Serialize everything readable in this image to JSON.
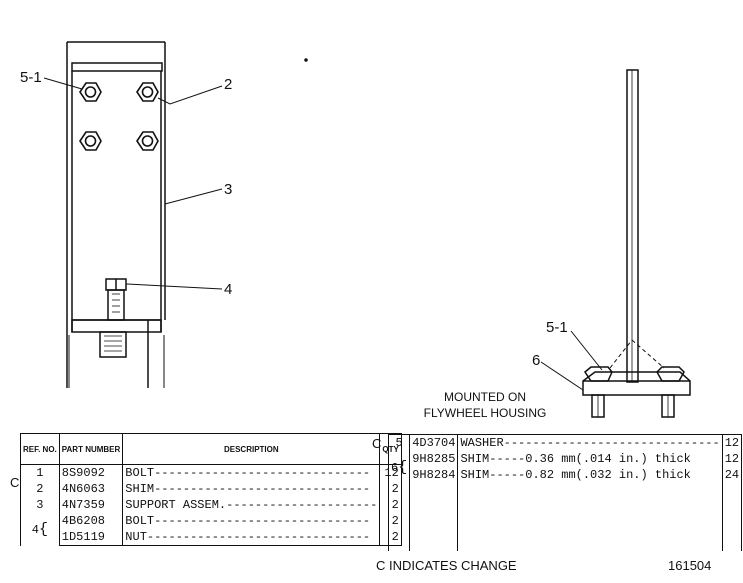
{
  "callouts": {
    "left": {
      "c51": "5-1",
      "c2": "2",
      "c3": "3",
      "c4": "4"
    },
    "right": {
      "c51": "5-1",
      "c6": "6"
    }
  },
  "caption": {
    "line1": "MOUNTED ON",
    "line2": "FLYWHEEL HOUSING"
  },
  "left_table": {
    "headers": {
      "ref": "REF. NO.",
      "part": "PART NUMBER",
      "desc": "DESCRIPTION",
      "qty": "QTY"
    },
    "rows": [
      {
        "mark": "C",
        "ref": "1",
        "part": "8S9092",
        "desc": "BOLT------------------------------",
        "qty": "12"
      },
      {
        "mark": "",
        "ref": "2",
        "part": "4N6063",
        "desc": "SHIM------------------------------",
        "qty": "2"
      },
      {
        "mark": "",
        "ref": "3",
        "part": "4N7359",
        "desc": "SUPPORT ASSEM.---------------------",
        "qty": "2"
      },
      {
        "mark": "",
        "ref": "4",
        "part": "4B6208",
        "desc": "BOLT------------------------------",
        "qty": "2"
      },
      {
        "mark": "",
        "ref": "",
        "part": "1D5119",
        "desc": "NUT-------------------------------",
        "qty": "2"
      }
    ]
  },
  "right_table": {
    "rows": [
      {
        "mark": "C",
        "ref": "5",
        "part": "4D3704",
        "desc": "WASHER------------------------------",
        "qty": "12"
      },
      {
        "mark": "",
        "ref": "6",
        "part": "9H8285",
        "desc": "SHIM-----0.36 mm(.014 in.) thick",
        "qty": "12"
      },
      {
        "mark": "",
        "ref": "",
        "part": "9H8284",
        "desc": "SHIM-----0.82 mm(.032 in.) thick",
        "qty": "24"
      }
    ]
  },
  "footer": {
    "note": "C INDICATES CHANGE",
    "code": "161504"
  }
}
